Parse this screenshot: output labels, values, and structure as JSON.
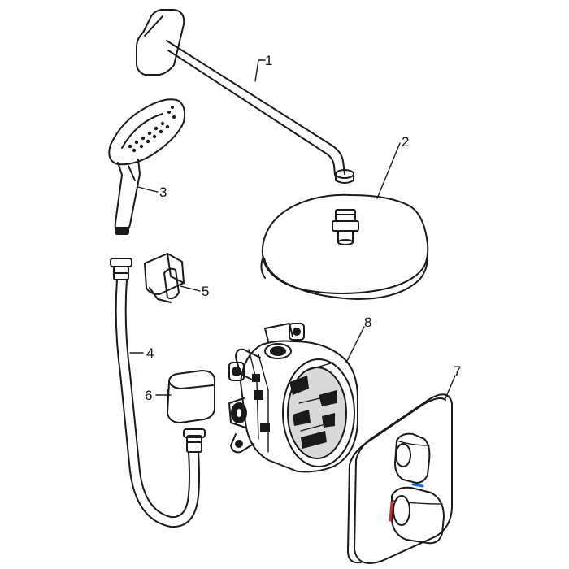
{
  "diagram": {
    "callouts": [
      {
        "id": "1",
        "text": "1",
        "part": "shower-arm"
      },
      {
        "id": "2",
        "text": "2",
        "part": "overhead-shower"
      },
      {
        "id": "3",
        "text": "3",
        "part": "hand-shower"
      },
      {
        "id": "4",
        "text": "4",
        "part": "shower-hose"
      },
      {
        "id": "5",
        "text": "5",
        "part": "shower-holder"
      },
      {
        "id": "6",
        "text": "6",
        "part": "wall-outlet"
      },
      {
        "id": "7",
        "text": "7",
        "part": "thermostat-trim"
      },
      {
        "id": "8",
        "text": "8",
        "part": "concealed-body"
      }
    ]
  }
}
